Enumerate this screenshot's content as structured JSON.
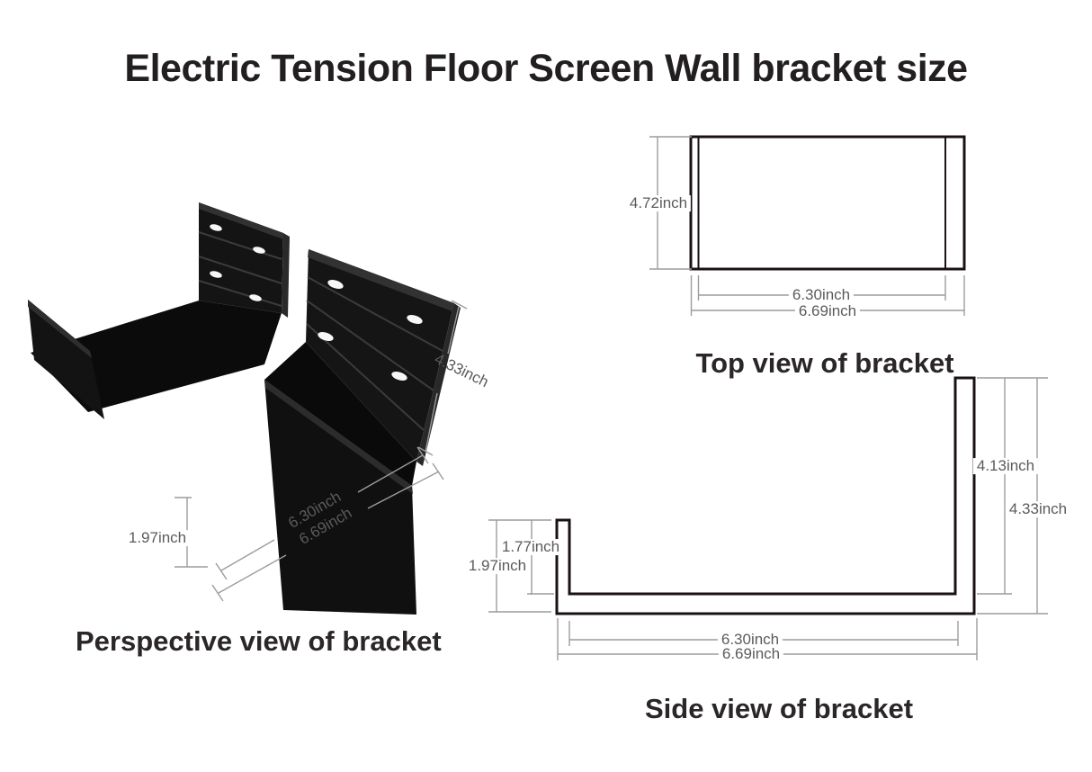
{
  "title": "Electric Tension Floor Screen Wall bracket size",
  "views": {
    "perspective": {
      "caption": "Perspective view of bracket",
      "dims": {
        "front_wall_height": "1.97inch",
        "inner_width": "6.30inch",
        "outer_width": "6.69inch",
        "back_wall_height": "4.33inch"
      }
    },
    "top": {
      "caption": "Top view of bracket",
      "dims": {
        "depth": "4.72inch",
        "inner_width": "6.30inch",
        "outer_width": "6.69inch"
      }
    },
    "side": {
      "caption": "Side view of bracket",
      "dims": {
        "front_wall_inner_height": "1.77inch",
        "front_wall_height": "1.97inch",
        "back_wall_inner_height": "4.13inch",
        "back_wall_height": "4.33inch",
        "inner_width": "6.30inch",
        "outer_width": "6.69inch"
      }
    }
  },
  "colors": {
    "background": "#ffffff",
    "title_text": "#231f20",
    "caption_text": "#2b2628",
    "drawing_outline": "#1a1113",
    "dimension_line": "#9c9c9c",
    "dimension_text": "#5b5b5b",
    "bracket_black": "#121212",
    "hole_white": "#f7f7f7"
  }
}
